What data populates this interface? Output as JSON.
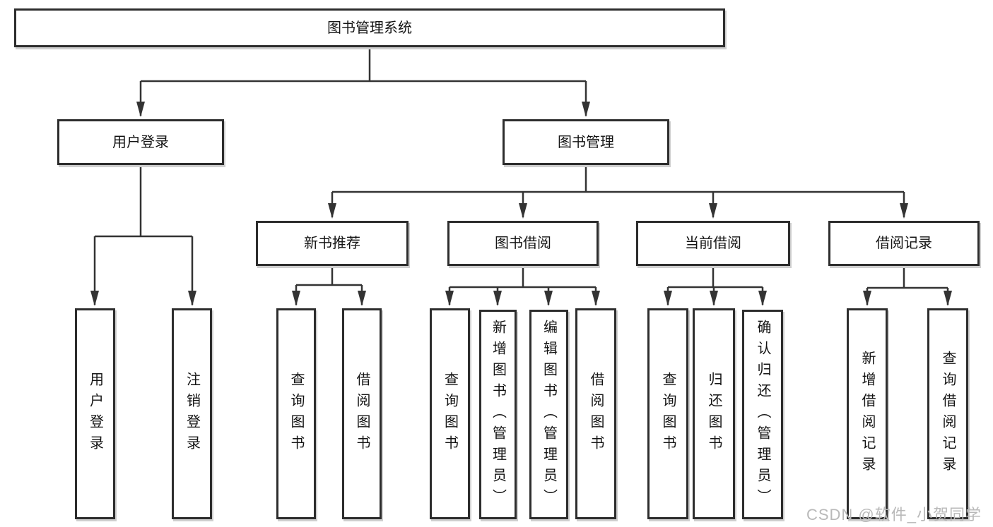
{
  "tree": {
    "root": {
      "label": "图书管理系统"
    },
    "level2": [
      {
        "label": "用户登录",
        "children": [
          {
            "label": "用户登录"
          },
          {
            "label": "注销登录"
          }
        ]
      },
      {
        "label": "图书管理",
        "children": [
          {
            "label": "新书推荐",
            "children": [
              {
                "label": "查询图书"
              },
              {
                "label": "借阅图书"
              }
            ]
          },
          {
            "label": "图书借阅",
            "children": [
              {
                "label": "查询图书"
              },
              {
                "label": "新增图书（管理员）"
              },
              {
                "label": "编辑图书（管理员）"
              },
              {
                "label": "借阅图书"
              }
            ]
          },
          {
            "label": "当前借阅",
            "children": [
              {
                "label": "查询图书"
              },
              {
                "label": "归还图书"
              },
              {
                "label": "确认归还（管理员）"
              }
            ]
          },
          {
            "label": "借阅记录",
            "children": [
              {
                "label": "新增借阅记录"
              },
              {
                "label": "查询借阅记录"
              }
            ]
          }
        ]
      }
    ]
  },
  "watermark": {
    "text": "CSDN @软件_小贺同学"
  },
  "colors": {
    "line": "#333333",
    "box_border": "#2d2d2d",
    "text": "#141414",
    "watermark": "#b9b9b9",
    "background": "#ffffff"
  }
}
